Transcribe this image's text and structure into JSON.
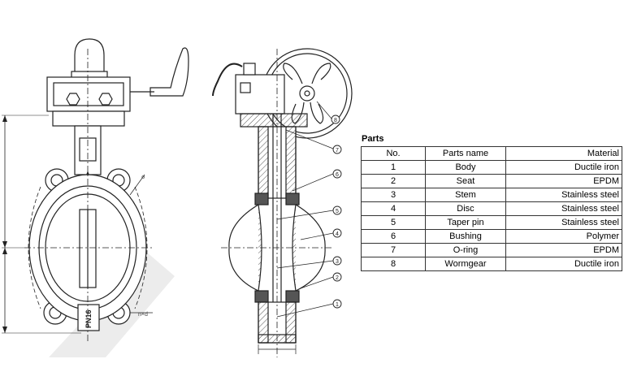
{
  "drawing": {
    "marking": "PN16",
    "dim_labels": [
      "ø",
      "n×d"
    ],
    "callouts": [
      "1",
      "2",
      "3",
      "4",
      "5",
      "6",
      "7",
      "8"
    ]
  },
  "parts": {
    "title": "Parts",
    "headers": [
      "No.",
      "Parts name",
      "Material"
    ],
    "rows": [
      [
        "1",
        "Body",
        "Ductile iron"
      ],
      [
        "2",
        "Seat",
        "EPDM"
      ],
      [
        "3",
        "Stem",
        "Stainless steel"
      ],
      [
        "4",
        "Disc",
        "Stainless steel"
      ],
      [
        "5",
        "Taper pin",
        "Stainless steel"
      ],
      [
        "6",
        "Bushing",
        "Polymer"
      ],
      [
        "7",
        "O-ring",
        "EPDM"
      ],
      [
        "8",
        "Wormgear",
        "Ductile iron"
      ]
    ]
  },
  "colors": {
    "line": "#222222",
    "hatch": "#555555",
    "watermark": "#e6e6e6"
  }
}
